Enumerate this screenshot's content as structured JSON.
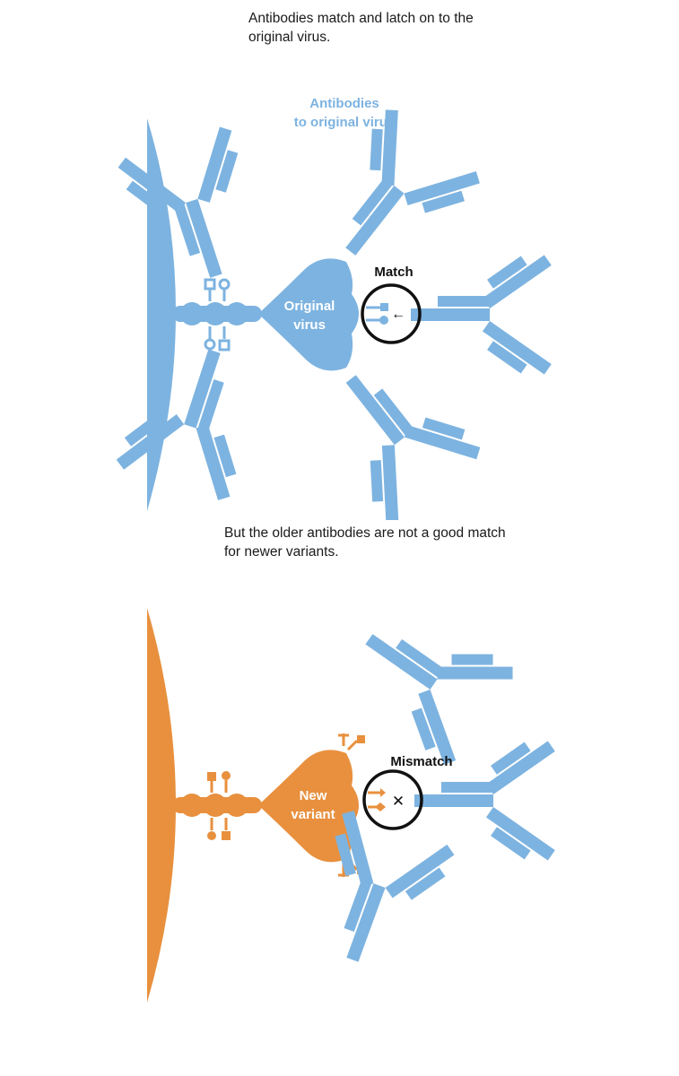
{
  "captions": {
    "top": "Antibodies match and latch on to the original virus.",
    "bottom": "But the older antibodies are not a good match for newer variants."
  },
  "top_panel": {
    "antibodies_label_1": "Antibodies",
    "antibodies_label_2": "to original virus",
    "virus_label_1": "Original",
    "virus_label_2": "virus",
    "callout": "Match",
    "callout_symbol": "←"
  },
  "bottom_panel": {
    "virus_label_1": "New",
    "virus_label_2": "variant",
    "callout": "Mismatch",
    "callout_symbol": "✕"
  },
  "colors": {
    "antibody": "#7db3e0",
    "original_virus": "#7db3e0",
    "variant": "#e8903e",
    "text_dark": "#1a1a1a",
    "label_blue": "#7db3e0",
    "ring": "#111111"
  },
  "icons": {
    "antibody": "y-shaped-antibody-icon",
    "virus": "virus-body-icon",
    "receptor": "spike-receptor-icon"
  }
}
